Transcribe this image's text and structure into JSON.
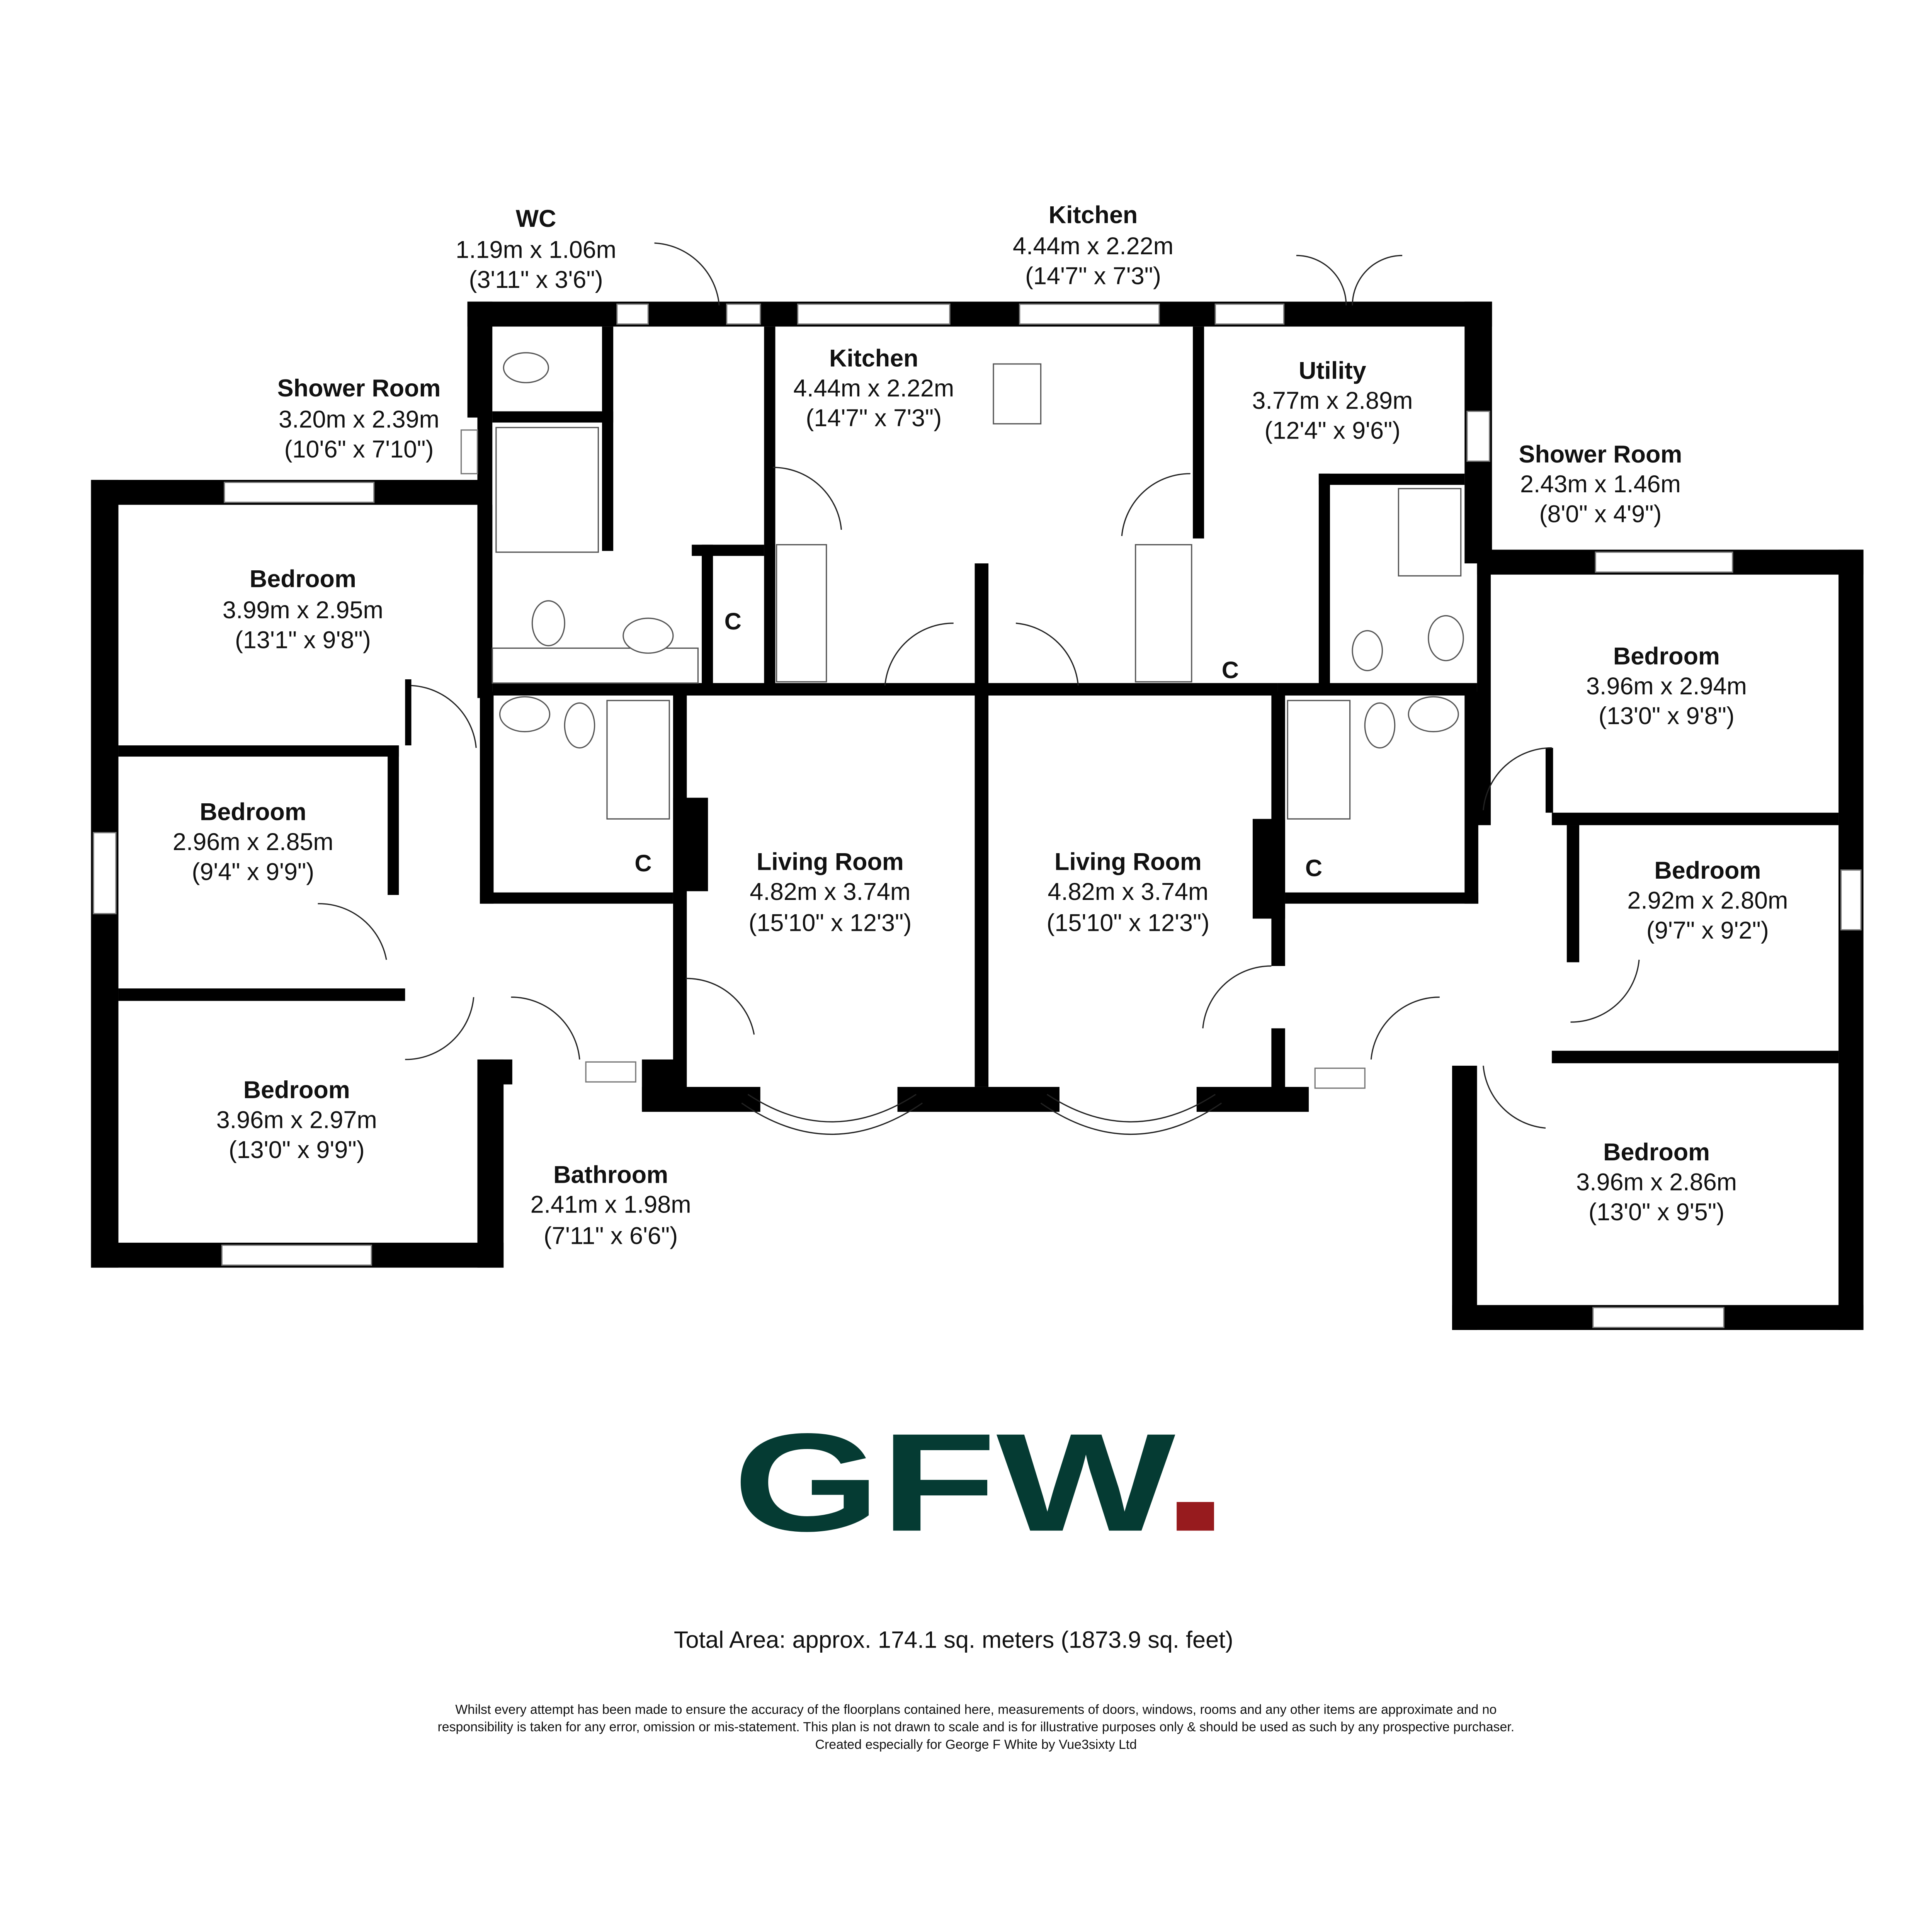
{
  "rooms": [
    {
      "name": "WC",
      "metric": "1.19m x 1.06m",
      "imperial": "(3'11\" x 3'6\")"
    },
    {
      "name": "Kitchen",
      "metric": "4.44m x 2.22m",
      "imperial": "(14'7\" x 7'3\")"
    },
    {
      "name": "Shower Room",
      "metric": "3.20m x 2.39m",
      "imperial": "(10'6\" x 7'10\")"
    },
    {
      "name": "Kitchen",
      "metric": "4.44m x 2.22m",
      "imperial": "(14'7\" x 7'3\")"
    },
    {
      "name": "Utility",
      "metric": "3.77m x 2.89m",
      "imperial": "(12'4\" x 9'6\")"
    },
    {
      "name": "Shower Room",
      "metric": "2.43m x 1.46m",
      "imperial": "(8'0\" x 4'9\")"
    },
    {
      "name": "Bedroom",
      "metric": "3.99m x 2.95m",
      "imperial": "(13'1\" x 9'8\")"
    },
    {
      "name": "Bedroom",
      "metric": "3.96m x 2.94m",
      "imperial": "(13'0\" x 9'8\")"
    },
    {
      "name": "Bedroom",
      "metric": "2.96m x 2.85m",
      "imperial": "(9'4\" x 9'9\")"
    },
    {
      "name": "Living Room",
      "metric": "4.82m x 3.74m",
      "imperial": "(15'10\" x 12'3\")"
    },
    {
      "name": "Living Room",
      "metric": "4.82m x 3.74m",
      "imperial": "(15'10\" x 12'3\")"
    },
    {
      "name": "Bedroom",
      "metric": "2.92m x 2.80m",
      "imperial": "(9'7\" x 9'2\")"
    },
    {
      "name": "Bedroom",
      "metric": "3.96m x 2.97m",
      "imperial": "(13'0\" x 9'9\")"
    },
    {
      "name": "Bedroom",
      "metric": "3.96m x 2.86m",
      "imperial": "(13'0\" x 9'5\")"
    },
    {
      "name": "Bathroom",
      "metric": "2.41m x 1.98m",
      "imperial": "(7'11\" x 6'6\")"
    }
  ],
  "cupboard_label": "C",
  "logo": {
    "text": "GFW",
    "dot_color": "#971b1e",
    "color": "#053b33"
  },
  "total_area": "Total Area: approx. 174.1 sq. meters  (1873.9 sq. feet)",
  "disclaimer": [
    "Whilst every attempt has been made to ensure the accuracy of the floorplans contained here, measurements of doors, windows, rooms and any other items are approximate and no",
    "responsibility is taken for any error, omission or mis-statement. This plan is not drawn to scale and is for illustrative purposes only & should be used as such by any prospective purchaser.",
    "Created especially for George F White by Vue3sixty Ltd"
  ]
}
